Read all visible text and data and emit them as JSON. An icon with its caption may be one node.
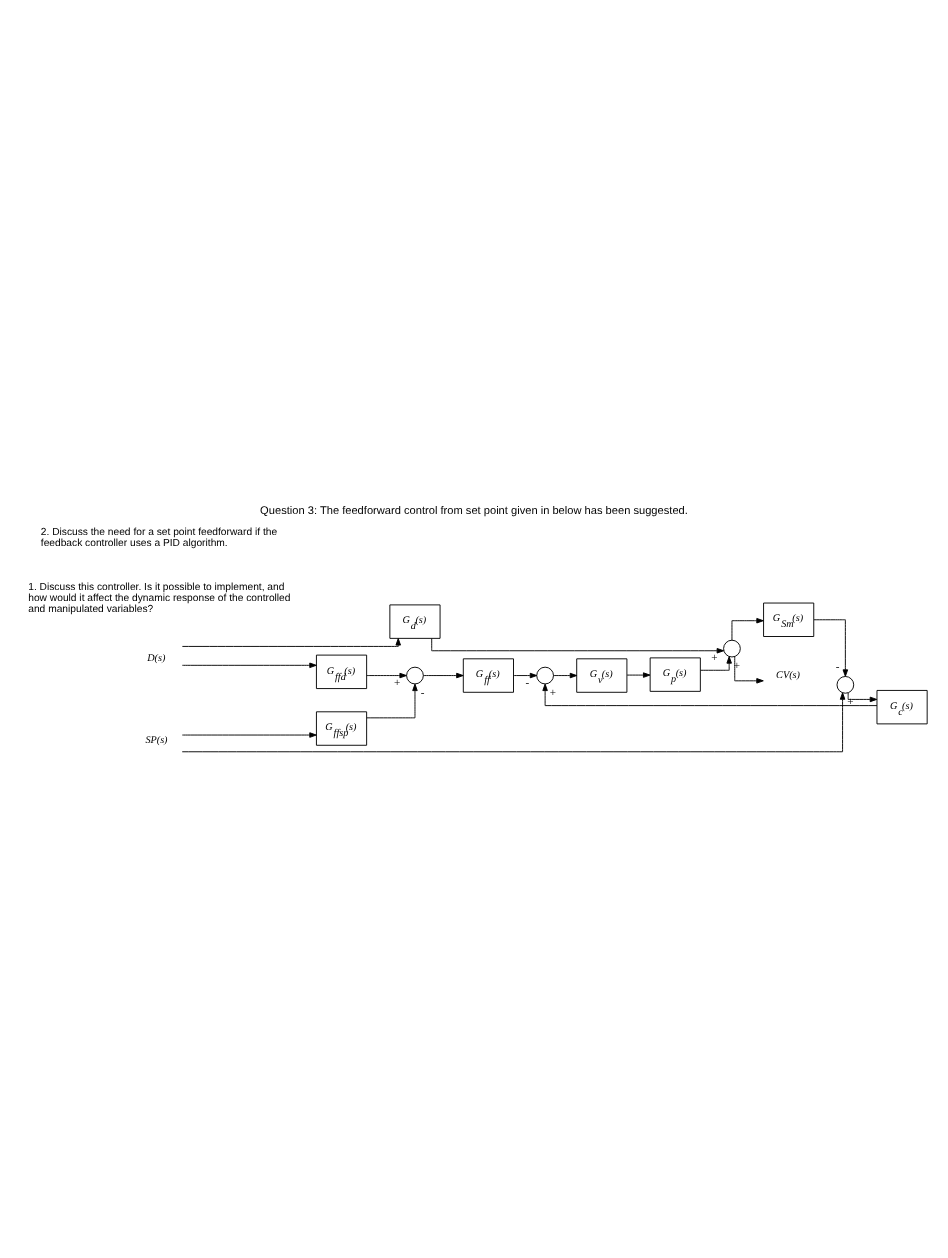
{
  "diagram": {
    "title": "Question 3: The feedforward control from set point given in below has been suggested.",
    "nodes": [
      {
        "text": [
          "D(s)"
        ]
      },
      {
        "text": [
          "G$_{ffd}$(s)"
        ]
      },
      {
        "text": [
          "G$_{d}$(s)"
        ]
      },
      {
        "text": [
          "G$_{ffsp}$(s)"
        ]
      },
      {
        "text": [],
        "shape": "circle"
      },
      {
        "text": [
          "G$_{ff}$(s)"
        ]
      },
      {
        "text": [
          "SP(s)"
        ]
      },
      {
        "text": [],
        "shape": "circle"
      },
      {
        "text": [
          "G$_{c}$(s)"
        ]
      },
      {
        "text": [],
        "shape": "circle"
      },
      {
        "text": [
          "G$_{v}$(s)"
        ]
      },
      {
        "text": [
          "G$_{p}$(s)"
        ]
      },
      {
        "text": [],
        "shape": "circle"
      },
      {
        "text": [
          "CV(s)"
        ]
      },
      {
        "text": [
          "G$_{Sm}$(s)"
        ]
      }
    ],
    "edges": [
      {
        "from": 0,
        "to": 1,
        "arrow": "to"
      },
      {
        "from": 0,
        "to": 2,
        "arrow": "to"
      },
      {
        "from": 1,
        "to": 4,
        "arrow": "to",
        "label": "+"
      },
      {
        "from": 3,
        "to": 4,
        "arrow": "to",
        "label": "-"
      },
      {
        "from": 4,
        "to": 5,
        "arrow": "to"
      },
      {
        "from": 5,
        "to": 9,
        "arrow": "to",
        "label": "-"
      },
      {
        "from": 6,
        "to": 3,
        "arrow": "to"
      },
      {
        "from": 6,
        "to": 7,
        "arrow": "to",
        "label": "+"
      },
      {
        "from": 7,
        "to": 8,
        "arrow": "to"
      },
      {
        "from": 8,
        "to": 9,
        "arrow": "to",
        "label": "+"
      },
      {
        "from": 9,
        "to": 10,
        "arrow": "to"
      },
      {
        "from": 10,
        "to": 11,
        "arrow": "to"
      },
      {
        "from": 11,
        "to": 12,
        "arrow": "to",
        "label": "+"
      },
      {
        "from": 2,
        "to": 12,
        "arrow": "to",
        "label": "+"
      },
      {
        "from": 12,
        "to": 13,
        "arrow": "to"
      },
      {
        "from": 12,
        "to": 14,
        "arrow": "to"
      },
      {
        "from": 14,
        "to": 7,
        "arrow": "to",
        "label": "-"
      }
    ],
    "labels": [
      "1. Discuss this controller. Is it possible to implement, and how would it affect the dynamic response of the controlled and manipulated variables?",
      "2. Discuss the need for a set point feedforward if the feedback controller uses a PID algorithm."
    ]
  }
}
